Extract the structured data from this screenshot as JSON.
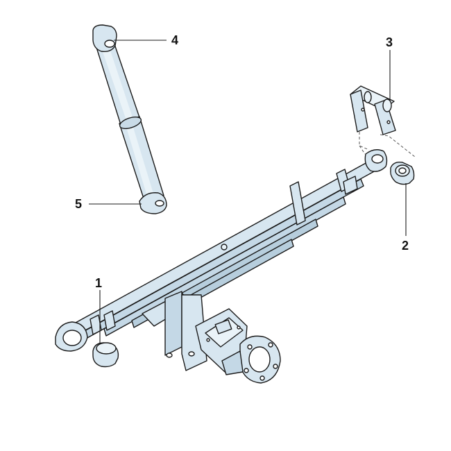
{
  "colors": {
    "part_fill": "#d7e6f0",
    "part_fill_light": "#eaf3f8",
    "part_fill_dark": "#b7cedd",
    "outline": "#1a1a1a",
    "background": "#ffffff"
  },
  "callouts": [
    {
      "id": "1",
      "label": "1"
    },
    {
      "id": "2",
      "label": "2"
    },
    {
      "id": "3",
      "label": "3"
    },
    {
      "id": "4",
      "label": "4"
    },
    {
      "id": "5",
      "label": "5"
    }
  ],
  "parts": {
    "shock_absorber": "shock-absorber",
    "leaf_spring": "leaf-spring",
    "rear_bushing": "bushing-rear",
    "front_bushing": "bushing-front",
    "shackle": "shackle-bracket",
    "axle_housing": "axle-housing"
  }
}
